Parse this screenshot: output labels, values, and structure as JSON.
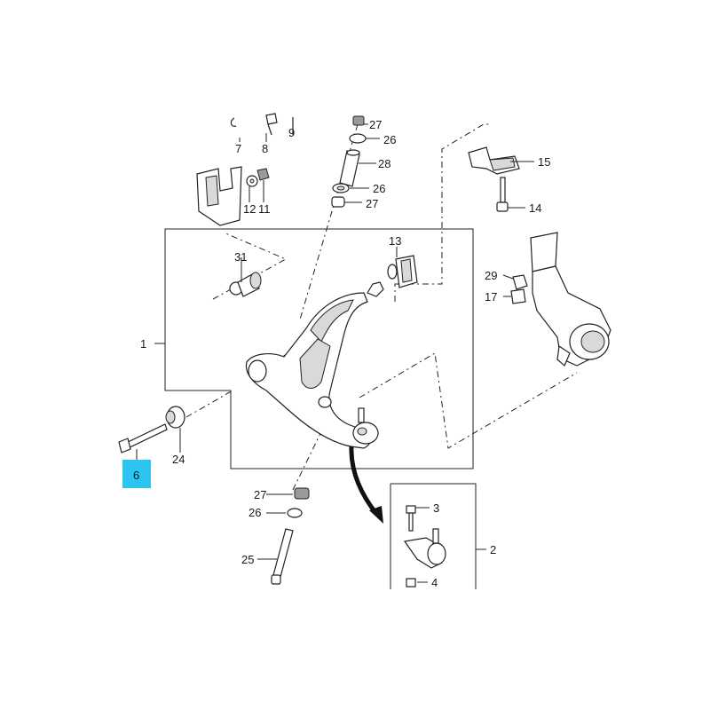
{
  "highlight_color": "#2ec4f0",
  "callouts": {
    "p1": "1",
    "p2": "2",
    "p3": "3",
    "p4": "4",
    "p6": "6",
    "p7": "7",
    "p8": "8",
    "p9": "9",
    "p11": "11",
    "p12": "12",
    "p13": "13",
    "p14": "14",
    "p15": "15",
    "p17": "17",
    "p24": "24",
    "p25": "25",
    "p26a": "26",
    "p26b": "26",
    "p26c": "26",
    "p27a": "27",
    "p27b": "27",
    "p27c": "27",
    "p28": "28",
    "p29": "29",
    "p31": "31"
  },
  "highlighted_part": "6"
}
